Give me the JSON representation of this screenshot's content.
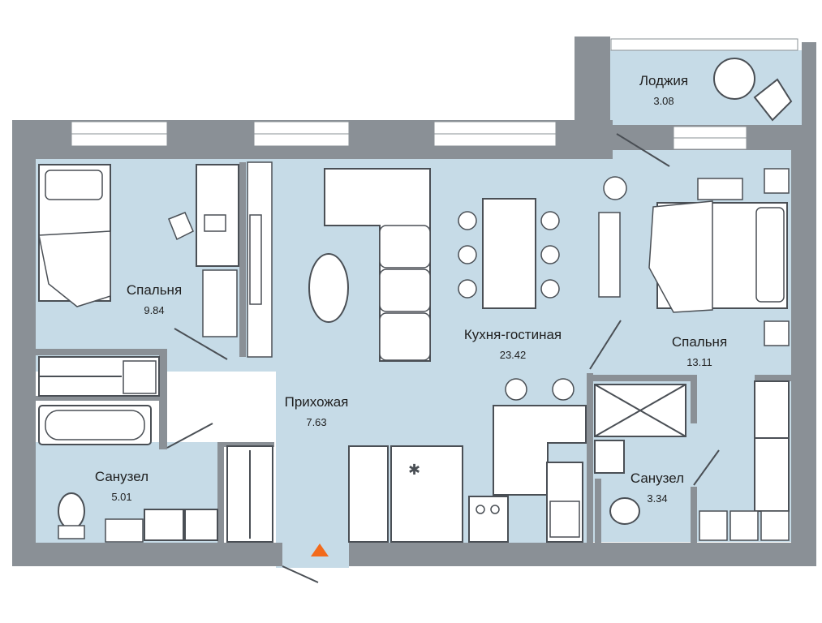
{
  "rooms": {
    "bedroom_left": {
      "name": "Спальня",
      "area": "9.84"
    },
    "bathroom_left": {
      "name": "Санузел",
      "area": "5.01"
    },
    "hallway": {
      "name": "Прихожая",
      "area": "7.63"
    },
    "kitchen_living": {
      "name": "Кухня-гостиная",
      "area": "23.42"
    },
    "loggia": {
      "name": "Лоджия",
      "area": "3.08"
    },
    "bedroom_right": {
      "name": "Спальня",
      "area": "13.11"
    },
    "bathroom_right": {
      "name": "Санузел",
      "area": "3.34"
    }
  },
  "colors": {
    "floor": "#c6dbe7",
    "walls": "#8a9096",
    "furniture_stroke": "#4a4f55",
    "entrance_marker": "#f26a1b"
  },
  "icons": {
    "entrance": "orange-triangle-icon"
  }
}
